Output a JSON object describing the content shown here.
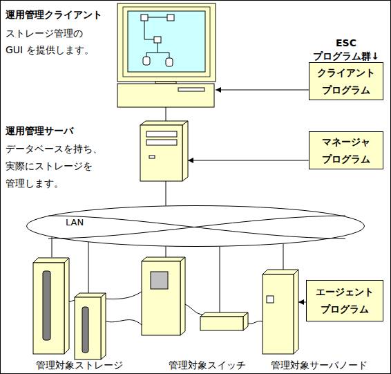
{
  "diagram": {
    "nodes": [
      {
        "text": [
          "運用管理クライアント",
          "ストレージ管理の GUI を提供します。"
        ]
      },
      {
        "text": [
          "クライアント プログラム"
        ]
      },
      {
        "text": [
          "運用管理サーバ",
          "データベースを持ち、 実際にストレージを 管理します。"
        ]
      },
      {
        "text": [
          "マネージャ プログラム"
        ]
      },
      {
        "text": [
          "LAN"
        ]
      },
      {
        "text": [
          "管理対象ストレージ"
        ]
      },
      {
        "text": [
          "管理対象スイッチ"
        ]
      },
      {
        "text": [
          "管理対象サーバノード"
        ]
      },
      {
        "text": [
          "エージェント プログラム"
        ]
      }
    ],
    "edges": [
      {
        "from": 1,
        "to": 0,
        "arrow": "to"
      },
      {
        "from": 3,
        "to": 2,
        "arrow": "to"
      },
      {
        "from": 8,
        "to": 7,
        "arrow": "to"
      },
      {
        "from": 0,
        "to": 2,
        "arrow": "none"
      },
      {
        "from": 2,
        "to": 4,
        "arrow": "none"
      },
      {
        "from": 4,
        "to": 5,
        "arrow": "none"
      },
      {
        "from": 4,
        "to": 6,
        "arrow": "none"
      },
      {
        "from": 4,
        "to": 7,
        "arrow": "none"
      }
    ],
    "labels": [
      "ESC プログラム群↓"
    ]
  }
}
